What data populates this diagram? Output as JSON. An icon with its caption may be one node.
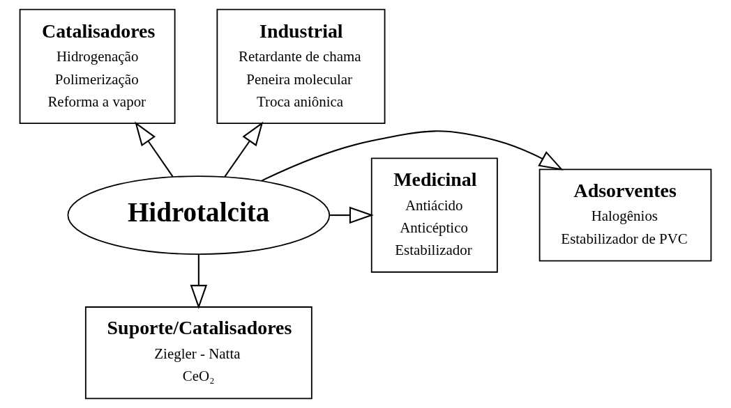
{
  "diagram": {
    "nodes": [
      {
        "text": [
          "Catalisadores",
          "Hidrogenação",
          "Polimerização",
          "Reforma a vapor"
        ]
      },
      {
        "text": [
          "Industrial",
          "Retardante de chama",
          "Peneira molecular",
          "Troca aniônica"
        ]
      },
      {
        "text": [
          "Hidrotalcita"
        ]
      },
      {
        "text": [
          "Adsorventes",
          "Halogênios",
          "Estabilizador de PVC"
        ]
      },
      {
        "text": [
          "Medicinal",
          "Antiácido",
          "Anticéptico",
          "Estabilizador"
        ]
      },
      {
        "text": [
          "Suporte/Catalisadores",
          "Ziegler - Natta",
          "CeO₂"
        ]
      }
    ],
    "edges": [
      {
        "from": 2,
        "to": 0,
        "arrow": "to"
      },
      {
        "from": 2,
        "to": 1,
        "arrow": "to"
      },
      {
        "from": 2,
        "to": 3,
        "arrow": "to"
      },
      {
        "from": 2,
        "to": 4,
        "arrow": "to"
      },
      {
        "from": 2,
        "to": 5,
        "arrow": "to"
      }
    ]
  }
}
